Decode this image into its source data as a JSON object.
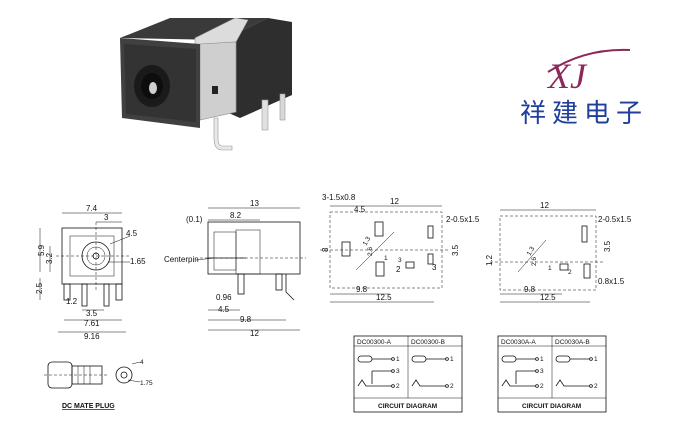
{
  "logo": {
    "mark": "XJ",
    "chinese": "祥建电子",
    "mark_color": "#8a2a5a",
    "text_color": "#1f3f9a"
  },
  "front_view": {
    "dims": [
      "7.4",
      "3",
      "4.5",
      "5.9",
      "3.2",
      "1.65",
      "2.5",
      "1.2",
      "3.5",
      "7.61",
      "9.16"
    ],
    "title": "DC MATE PLUG"
  },
  "plug": {
    "dims": [
      "4",
      "1.75"
    ]
  },
  "side_view": {
    "dims": [
      "13",
      "(0.1)",
      "8.2",
      "0.96",
      "4.5",
      "9.8",
      "12"
    ],
    "label": "Centerpin"
  },
  "top_view_a": {
    "dims": [
      "3-1.5x0.8",
      "4.5",
      "12",
      "2-0.5x1.5",
      "8",
      "3",
      "3.5",
      "2",
      "9.8",
      "12.5",
      "1.3",
      "2.6",
      "1",
      "3"
    ]
  },
  "top_view_b": {
    "dims": [
      "12",
      "2-0.5x1.5",
      "3.5",
      "1.2",
      "1.3",
      "2.6",
      "2",
      "0.8x1.5",
      "9.8",
      "12.5",
      "1"
    ]
  },
  "circuit_a": {
    "headers": [
      "DC00300-A",
      "DC00300-B"
    ],
    "pins": [
      "1",
      "3",
      "2",
      "1",
      "2"
    ],
    "footer": "CIRCUIT DIAGRAM"
  },
  "circuit_b": {
    "headers": [
      "DC0030A-A",
      "DC0030A-B"
    ],
    "pins": [
      "1",
      "3",
      "2",
      "1",
      "2"
    ],
    "footer": "CIRCUIT DIAGRAM"
  },
  "colors": {
    "housing_dark": "#2b2b2b",
    "housing_side": "#4a4a4a",
    "metal": "#d9d9d9",
    "line": "#111111"
  }
}
